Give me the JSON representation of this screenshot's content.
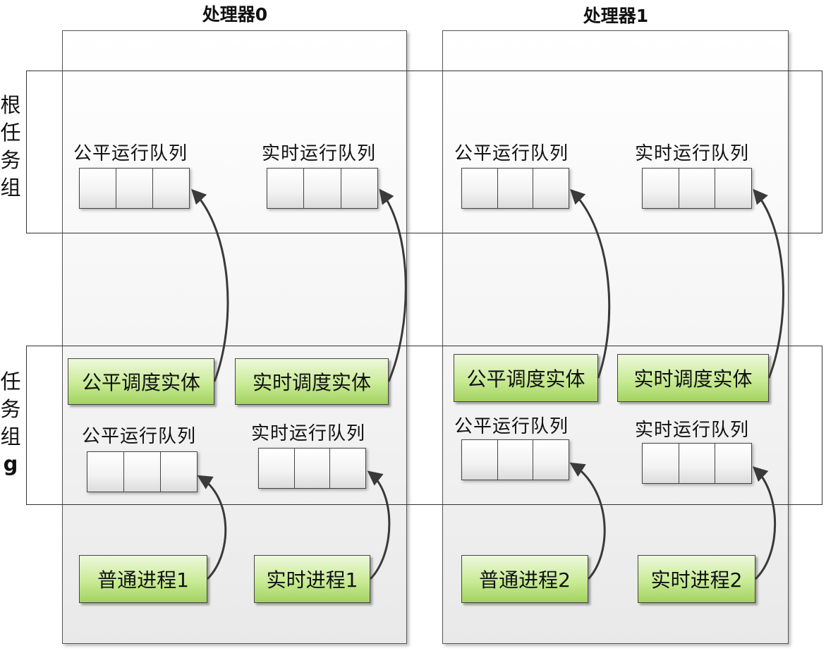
{
  "processors": [
    {
      "title": "处理器0",
      "root_group": {
        "fair_rq_label": "公平运行队列",
        "rt_rq_label": "实时运行队列"
      },
      "task_group": {
        "fair_entity_label": "公平调度实体",
        "rt_entity_label": "实时调度实体",
        "fair_rq_label": "公平运行队列",
        "rt_rq_label": "实时运行队列"
      },
      "normal_process_label": "普通进程1",
      "rt_process_label": "实时进程1"
    },
    {
      "title": "处理器1",
      "root_group": {
        "fair_rq_label": "公平运行队列",
        "rt_rq_label": "实时运行队列"
      },
      "task_group": {
        "fair_entity_label": "公平调度实体",
        "rt_entity_label": "实时调度实体",
        "fair_rq_label": "公平运行队列",
        "rt_rq_label": "实时运行队列"
      },
      "normal_process_label": "普通进程2",
      "rt_process_label": "实时进程2"
    }
  ],
  "row_labels": {
    "root_group": [
      "根",
      "任",
      "务",
      "组"
    ],
    "task_group": [
      "任",
      "务",
      "组",
      "g"
    ]
  },
  "colors": {
    "entity_fill": "#c9eb96",
    "queue_fill": "#f2f2f2",
    "arrow": "#3a3a3a"
  }
}
